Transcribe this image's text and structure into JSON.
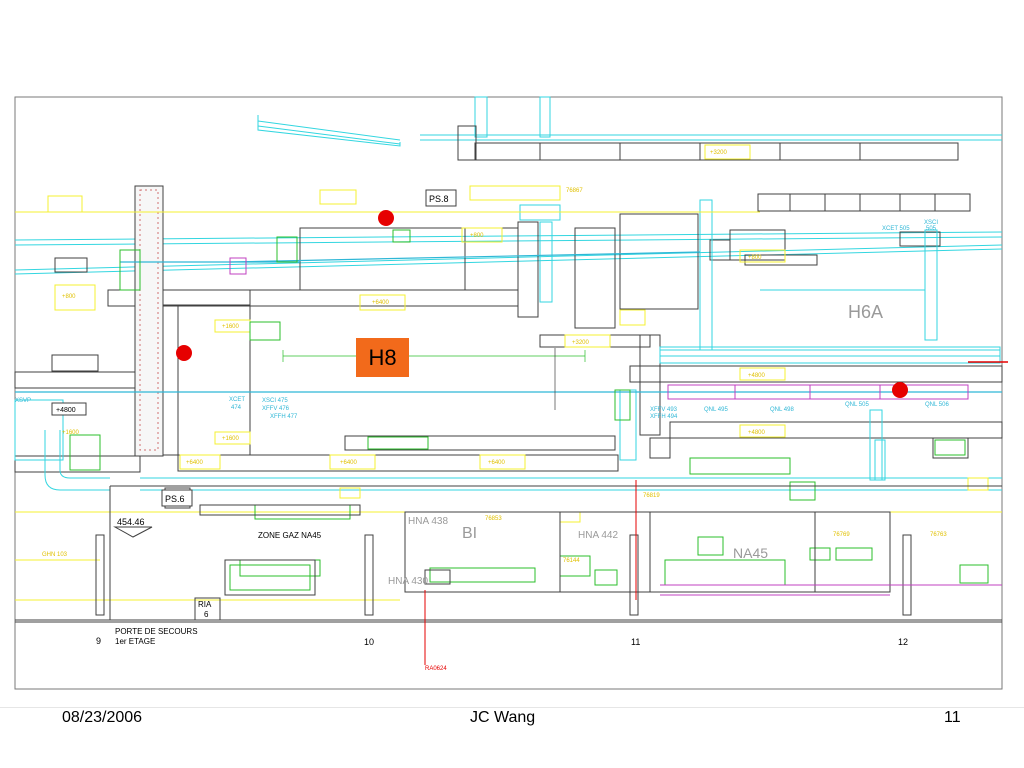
{
  "slide": {
    "date": "08/23/2006",
    "author": "JC Wang",
    "page_number": "11"
  },
  "plan": {
    "beam_labels": {
      "h8": "H8",
      "h6a": "H6A"
    },
    "building_labels": [
      "PS.8",
      "PS.6",
      "454.46",
      "RIA\n6",
      "ZONE GAZ NA45",
      "BI",
      "NA45",
      "HNA 438",
      "HNA 442",
      "HNA 430"
    ],
    "column_labels": [
      "9",
      "10",
      "11",
      "12"
    ],
    "exit_note_line1": "PORTE DE SECOURS",
    "exit_note_line2": "1er ETAGE",
    "small_labels": [
      "+4800",
      "+6400",
      "+1600",
      "+3200",
      "+800",
      "GHN 103",
      "76844",
      "76819",
      "76853",
      "76769",
      "76763",
      "76867",
      "XCET 505",
      "XSCI 505",
      "XCET 474",
      "XSCI 475",
      "XFFV 476",
      "XFFH 477",
      "XFFV 493",
      "XFFH 494",
      "QNL 495",
      "QNL 498",
      "QNL 505",
      "QNL 506",
      "RA0624"
    ],
    "colors": {
      "beam_line": "#2fb7d6",
      "shielding": "#33d6e0",
      "wall": "#404040",
      "yellow": "#f4f030",
      "green": "#2bbf2b",
      "red_marker": "#e60000",
      "h8_box": "#f26a1b",
      "magenta": "#c040c0"
    }
  }
}
